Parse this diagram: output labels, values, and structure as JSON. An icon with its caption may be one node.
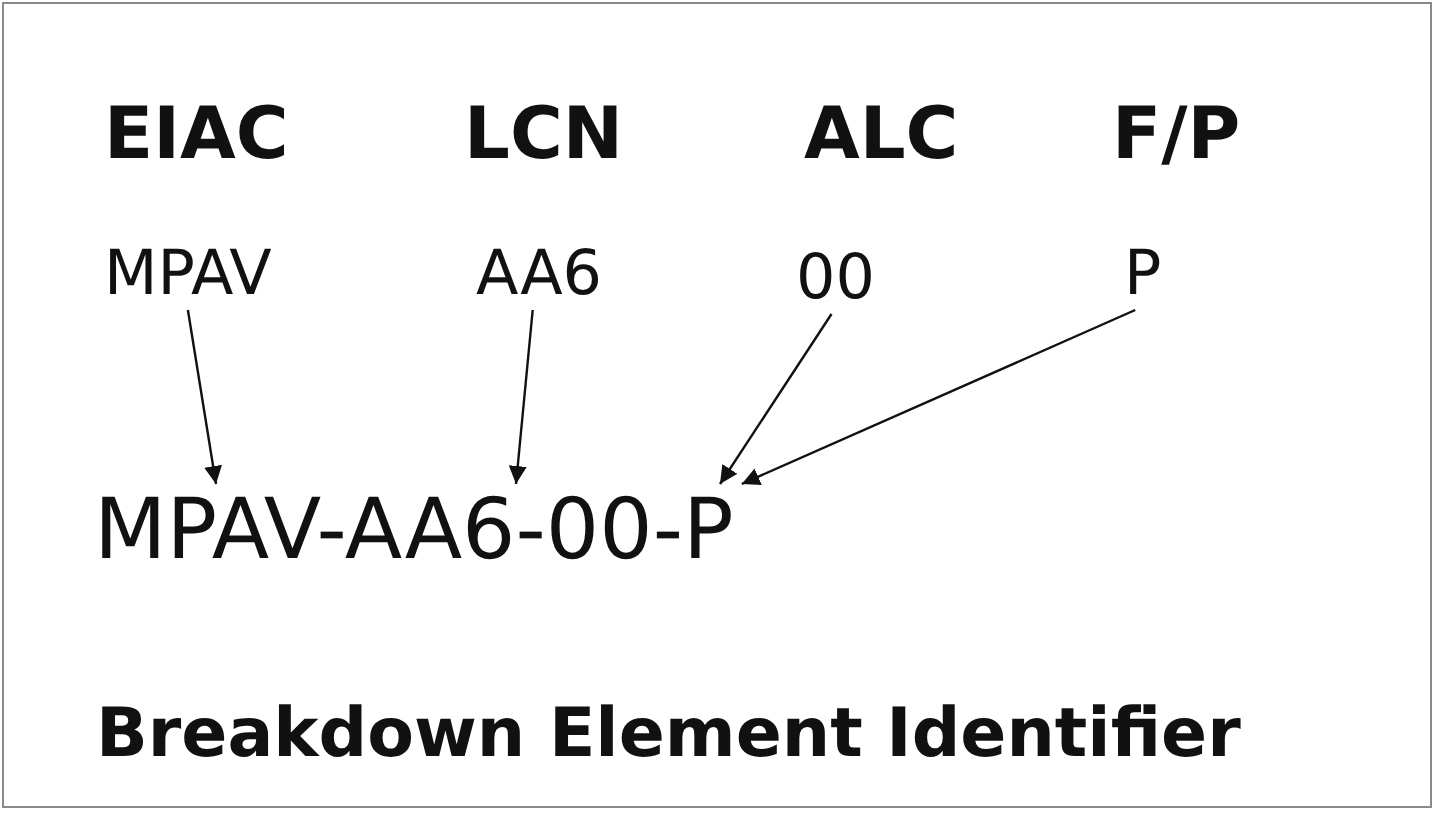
{
  "diagram": {
    "caption": "Breakdown Element Identifier",
    "nodes": [
      {
        "text": [
          "MPAV"
        ]
      },
      {
        "text": [
          "AA6"
        ]
      },
      {
        "text": [
          "00"
        ]
      },
      {
        "text": [
          "P"
        ]
      },
      {
        "text": [
          "MPAV-AA6-00-P"
        ]
      }
    ],
    "edges": [
      {
        "from": 0,
        "to": 4,
        "arrow": "to"
      },
      {
        "from": 1,
        "to": 4,
        "arrow": "to"
      },
      {
        "from": 2,
        "to": 4,
        "arrow": "to"
      },
      {
        "from": 3,
        "to": 4,
        "arrow": "to"
      }
    ],
    "labels": [
      "EIAC",
      "LCN",
      "ALC",
      "F/P"
    ]
  }
}
